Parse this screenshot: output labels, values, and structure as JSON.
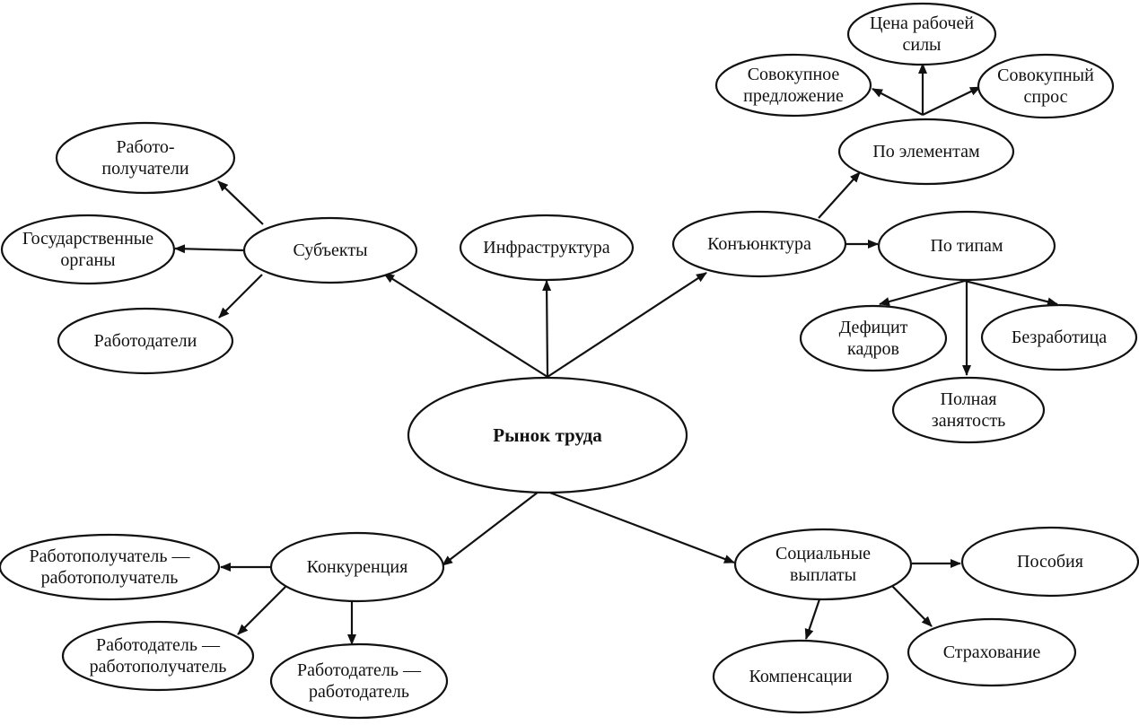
{
  "colors": {
    "stroke": "#111111",
    "fill": "#ffffff"
  },
  "nodes": {
    "root": [
      "Рынок труда"
    ],
    "subjects": [
      "Субъекты"
    ],
    "receivers": [
      "Работо-",
      "получатели"
    ],
    "gov": [
      "Государственные",
      "органы"
    ],
    "employers": [
      "Работодатели"
    ],
    "infrastructure": [
      "Инфраструктура"
    ],
    "conjuncture": [
      "Конъюнктура"
    ],
    "by_elements": [
      "По элементам"
    ],
    "price": [
      "Цена рабочей",
      "силы"
    ],
    "supply": [
      "Совокупное",
      "предложение"
    ],
    "demand": [
      "Совокупный",
      "спрос"
    ],
    "by_types": [
      "По типам"
    ],
    "deficit": [
      "Дефицит",
      "кадров"
    ],
    "unemployment": [
      "Безработица"
    ],
    "full_employment": [
      "Полная",
      "занятость"
    ],
    "competition": [
      "Конкуренция"
    ],
    "rr": [
      "Работополучатель —",
      "работополучатель"
    ],
    "er": [
      "Работодатель —",
      "работополучатель"
    ],
    "ee": [
      "Работодатель —",
      "работодатель"
    ],
    "social": [
      "Социальные",
      "выплаты"
    ],
    "benefits": [
      "Пособия"
    ],
    "insurance": [
      "Страхование"
    ],
    "compensation": [
      "Компенсации"
    ]
  }
}
